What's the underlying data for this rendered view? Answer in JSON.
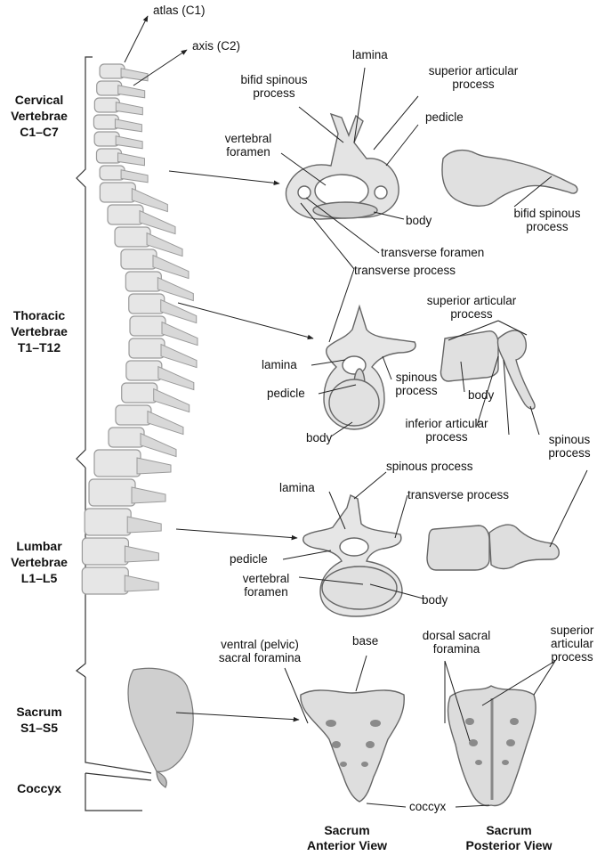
{
  "regions": {
    "cervical": {
      "line1": "Cervical",
      "line2": "Vertebrae",
      "line3": "C1–C7"
    },
    "thoracic": {
      "line1": "Thoracic",
      "line2": "Vertebrae",
      "line3": "T1–T12"
    },
    "lumbar": {
      "line1": "Lumbar",
      "line2": "Vertebrae",
      "line3": "L1–L5"
    },
    "sacrum": {
      "line1": "Sacrum",
      "line2": "S1–S5"
    },
    "coccyx": {
      "line1": "Coccyx"
    }
  },
  "spine_labels": {
    "atlas": "atlas (C1)",
    "axis": "axis (C2)"
  },
  "cervical_labels": {
    "lamina": "lamina",
    "bifid_spinous_process": [
      "bifid spinous",
      "process"
    ],
    "superior_articular_process": [
      "superior articular",
      "process"
    ],
    "pedicle": "pedicle",
    "vertebral_foramen": [
      "vertebral",
      "foramen"
    ],
    "body": "body",
    "bifid_spinous_process_side": [
      "bifid spinous",
      "process"
    ],
    "transverse_foramen": "transverse foramen",
    "transverse_process": "transverse process"
  },
  "thoracic_labels": {
    "superior_articular_process": [
      "superior articular",
      "process"
    ],
    "lamina": "lamina",
    "spinous_process": [
      "spinous",
      "process"
    ],
    "pedicle": "pedicle",
    "body": "body",
    "body_side": "body",
    "inferior_articular_process": [
      "inferior articular",
      "process"
    ],
    "spinous_process_side": [
      "spinous",
      "process"
    ]
  },
  "lumbar_labels": {
    "spinous_process": "spinous process",
    "lamina": "lamina",
    "transverse_process": "transverse process",
    "pedicle": "pedicle",
    "vertebral_foramen": [
      "vertebral",
      "foramen"
    ],
    "body": "body"
  },
  "sacrum_labels": {
    "ventral_sacral_foramina": [
      "ventral (pelvic)",
      "sacral foramina"
    ],
    "base": "base",
    "dorsal_sacral_foramina": [
      "dorsal sacral",
      "foramina"
    ],
    "superior_articular_process": [
      "superior",
      "articular",
      "process"
    ],
    "coccyx": "coccyx"
  },
  "views": {
    "anterior": [
      "Sacrum",
      "Anterior View"
    ],
    "posterior": [
      "Sacrum",
      "Posterior View"
    ]
  },
  "colors": {
    "bone": "#e6e6e6",
    "bone_dark": "#9a9a9a",
    "line": "#222222"
  }
}
